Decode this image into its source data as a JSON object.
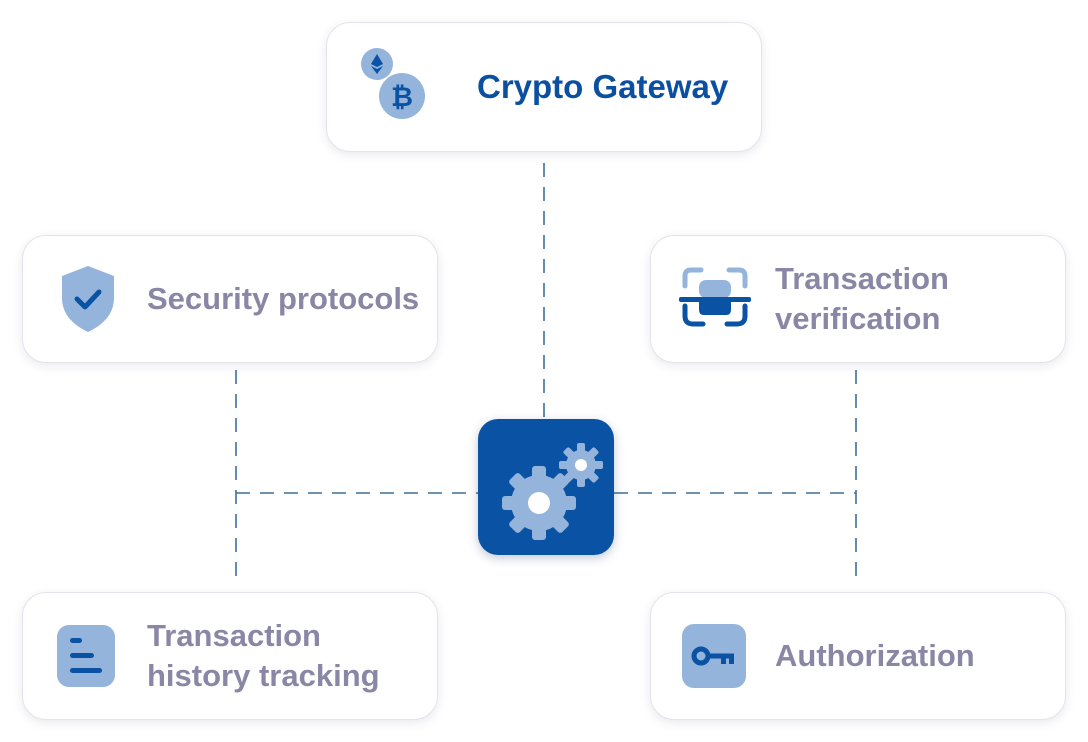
{
  "diagram": {
    "center_node": {
      "icon": "gears-icon"
    },
    "title_node": {
      "label": "Crypto Gateway",
      "icon": "crypto-coins-icon"
    },
    "nodes": [
      {
        "id": "security",
        "lines": [
          "Security protocols"
        ],
        "icon": "shield-check-icon"
      },
      {
        "id": "verification",
        "lines": [
          "Transaction",
          "verification"
        ],
        "icon": "scan-frame-icon"
      },
      {
        "id": "history",
        "lines": [
          "Transaction",
          "history tracking"
        ],
        "icon": "document-lines-icon"
      },
      {
        "id": "authorization",
        "lines": [
          "Authorization"
        ],
        "icon": "key-icon"
      }
    ],
    "colors": {
      "primary_blue": "#0a52a3",
      "light_blue": "#94b4db",
      "label_gray": "#8a87a6",
      "title_blue": "#0a4fa0",
      "connector": "#3d6f9c"
    }
  }
}
